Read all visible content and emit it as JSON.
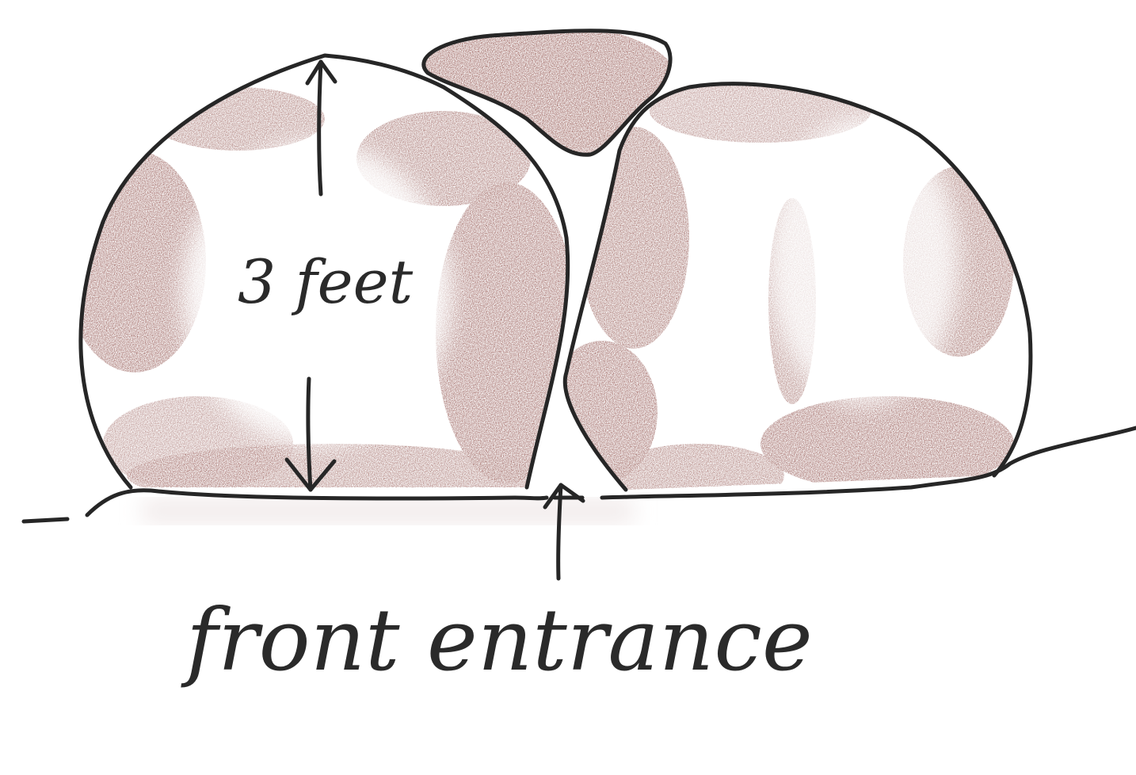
{
  "diagram": {
    "colors": {
      "paper": "#ffffff",
      "ink": "#262626",
      "rock_shading": "#8b4a44"
    },
    "rocks": [
      "left-boulder",
      "top-boulder",
      "right-boulder"
    ],
    "labels": {
      "height": "3 feet",
      "entrance": "front entrance"
    }
  }
}
